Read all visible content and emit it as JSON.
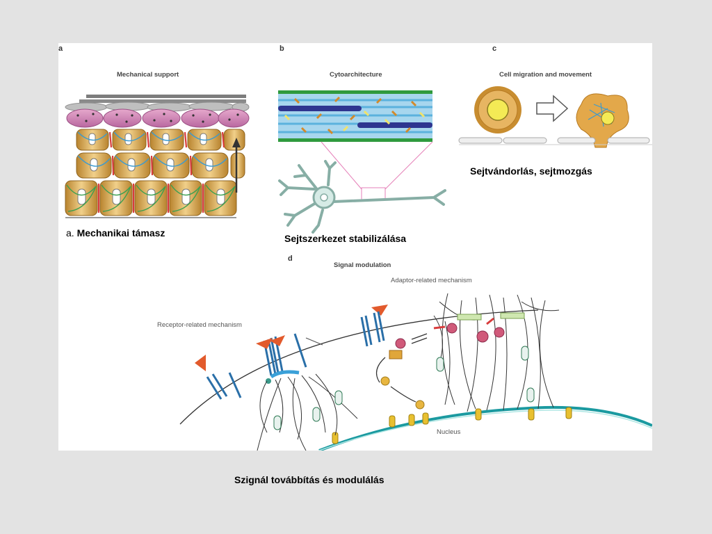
{
  "panels": {
    "a": {
      "letter": "a",
      "title": "Mechanical support"
    },
    "b": {
      "letter": "b",
      "title": "Cytoarchitecture"
    },
    "c": {
      "letter": "c",
      "title": "Cell migration and movement"
    },
    "d": {
      "letter": "d",
      "title": "Signal modulation",
      "receptor_label": "Receptor-related mechanism",
      "adaptor_label": "Adaptor-related mechanism",
      "nucleus_label": "Nucleus"
    }
  },
  "captions": {
    "a_prefix": "a.",
    "a_text": "Mechanikai támasz",
    "b_text": "Sejtszerkezet stabilizálása",
    "c_text": "Sejtvándorlás, sejtmozgás",
    "d_text": "Szignál továbbítás és modulálás"
  },
  "colors": {
    "background": "#e3e3e3",
    "panel": "#ffffff",
    "cell_tan": "#d9a44a",
    "keratin_blue": "#3a9ad0",
    "keratin_green": "#3aa050",
    "junction_red": "#d83b3b",
    "fiber_navy": "#2e3590"
  }
}
